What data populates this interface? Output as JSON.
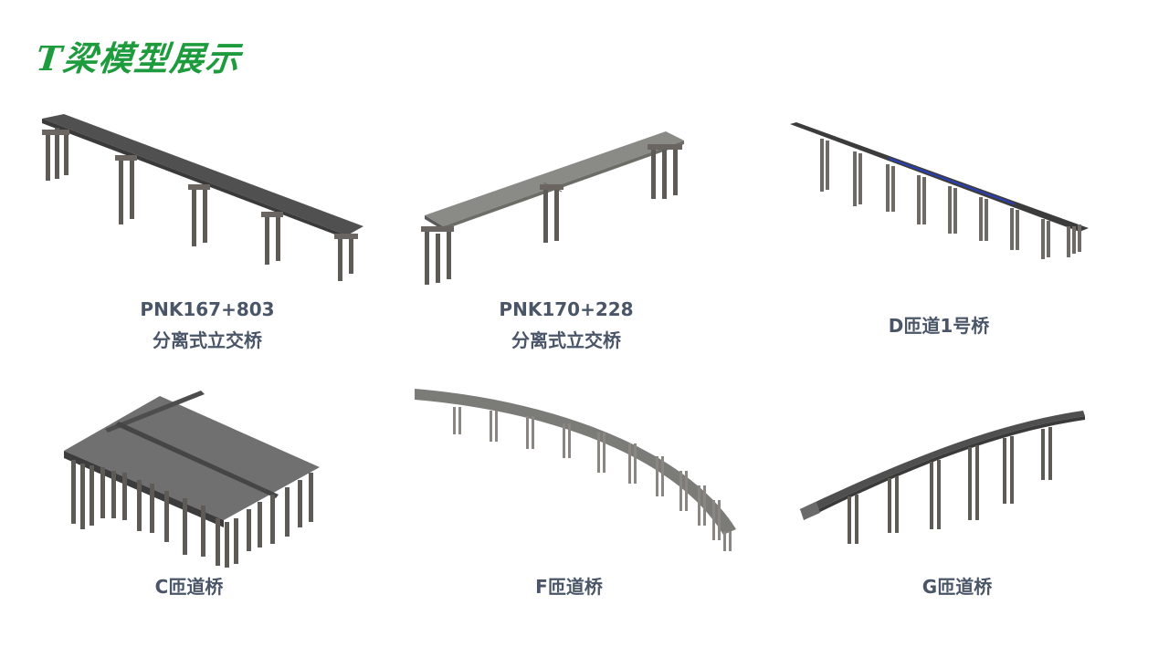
{
  "slide": {
    "title": "T梁模型展示"
  },
  "models": [
    {
      "id": "pnk167",
      "caption_line1": "PNK167+803",
      "caption_line2": "分离式立交桥"
    },
    {
      "id": "pnk170",
      "caption_line1": "PNK170+228",
      "caption_line2": "分离式立交桥"
    },
    {
      "id": "d-ramp",
      "caption_line1": "D匝道1号桥"
    },
    {
      "id": "c-ramp",
      "caption_line1": "C匝道桥"
    },
    {
      "id": "f-ramp",
      "caption_line1": "F匝道桥"
    },
    {
      "id": "g-ramp",
      "caption_line1": "G匝道桥"
    }
  ],
  "colors": {
    "title": "#1e9b3c",
    "caption": "#4a5568",
    "deck_dark": "#4b4b4b",
    "deck_mid": "#6f706f",
    "deck_light": "#8c8d88",
    "pier": "#5e5a55",
    "accent_blue": "#2a3fb5"
  }
}
